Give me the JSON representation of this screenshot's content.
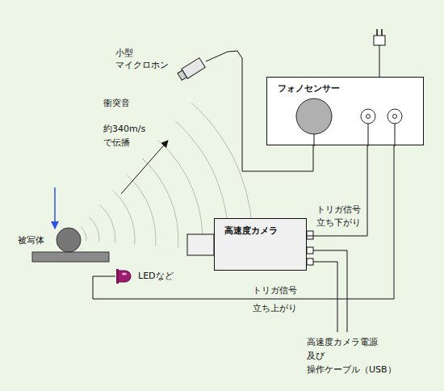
{
  "diagram": {
    "nodes": [
      {
        "text": [
          "小型 マイクロホン"
        ]
      },
      {
        "text": [
          "フォノセンサー"
        ]
      },
      {
        "text": [
          "高速度カメラ"
        ]
      },
      {
        "text": [
          "LEDなど"
        ]
      }
    ],
    "edges": [
      {
        "from": 0,
        "to": 1,
        "arrow": "none"
      },
      {
        "from": 1,
        "to": 2,
        "arrow": "none",
        "label": "トリガ信号 立ち下がり"
      },
      {
        "from": 1,
        "to": 3,
        "arrow": "none",
        "label": "トリガ信号 立ち上がり"
      }
    ],
    "labels": [
      "衝突音",
      "約340m/s で伝播",
      "被写体",
      "高速度カメラ電源 及び 操作ケーブル（USB）"
    ]
  }
}
